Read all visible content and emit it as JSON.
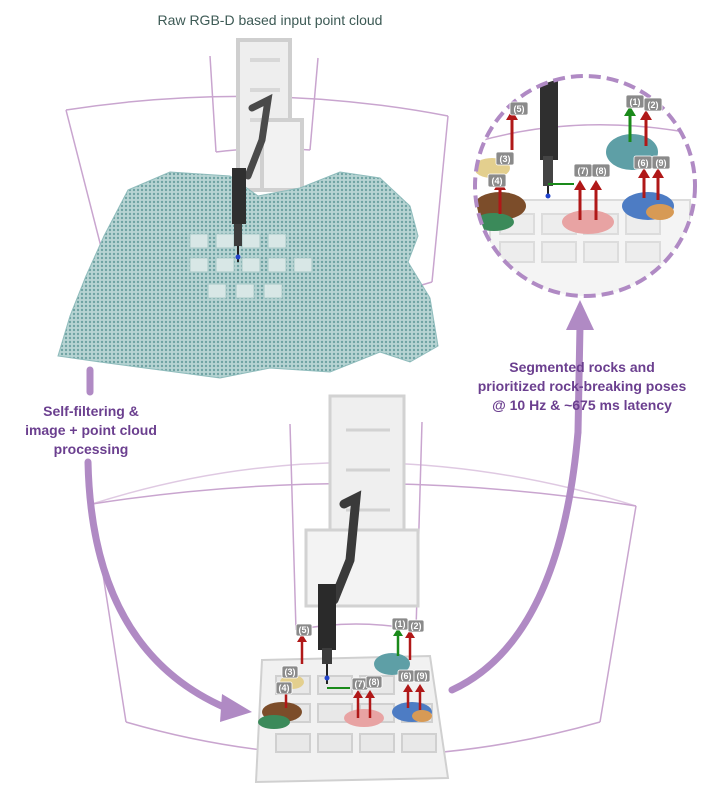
{
  "title": "Raw RGB-D based input point cloud",
  "right_caption": {
    "line1": "Segmented rocks and",
    "line2": "prioritized rock-breaking poses",
    "line3": "@ 10 Hz & ~675 ms latency"
  },
  "left_caption": {
    "line1": "Self-filtering &",
    "line2": "image + point cloud",
    "line3": "processing"
  },
  "pose_labels": {
    "zoom": {
      "p1": "(1)",
      "p2": "(2)",
      "p3": "(3)",
      "p4": "(4)",
      "p5": "(5)",
      "p6": "(6)",
      "p7": "(7)",
      "p8": "(8)",
      "p9": "(9)"
    },
    "scene": {
      "p1": "(1)",
      "p2": "(2)",
      "p3": "(3)",
      "p4": "(4)",
      "p5": "(5)",
      "p6": "(6)",
      "p7": "(7)",
      "p8": "(8)",
      "p9": "(9)"
    }
  },
  "colors": {
    "boundary": "#c9a5cf",
    "arrow": "#b08ac4",
    "point_cloud": "#8fbcbc",
    "caption_purple": "#6b3f8f",
    "title_text": "#3d5a55"
  }
}
